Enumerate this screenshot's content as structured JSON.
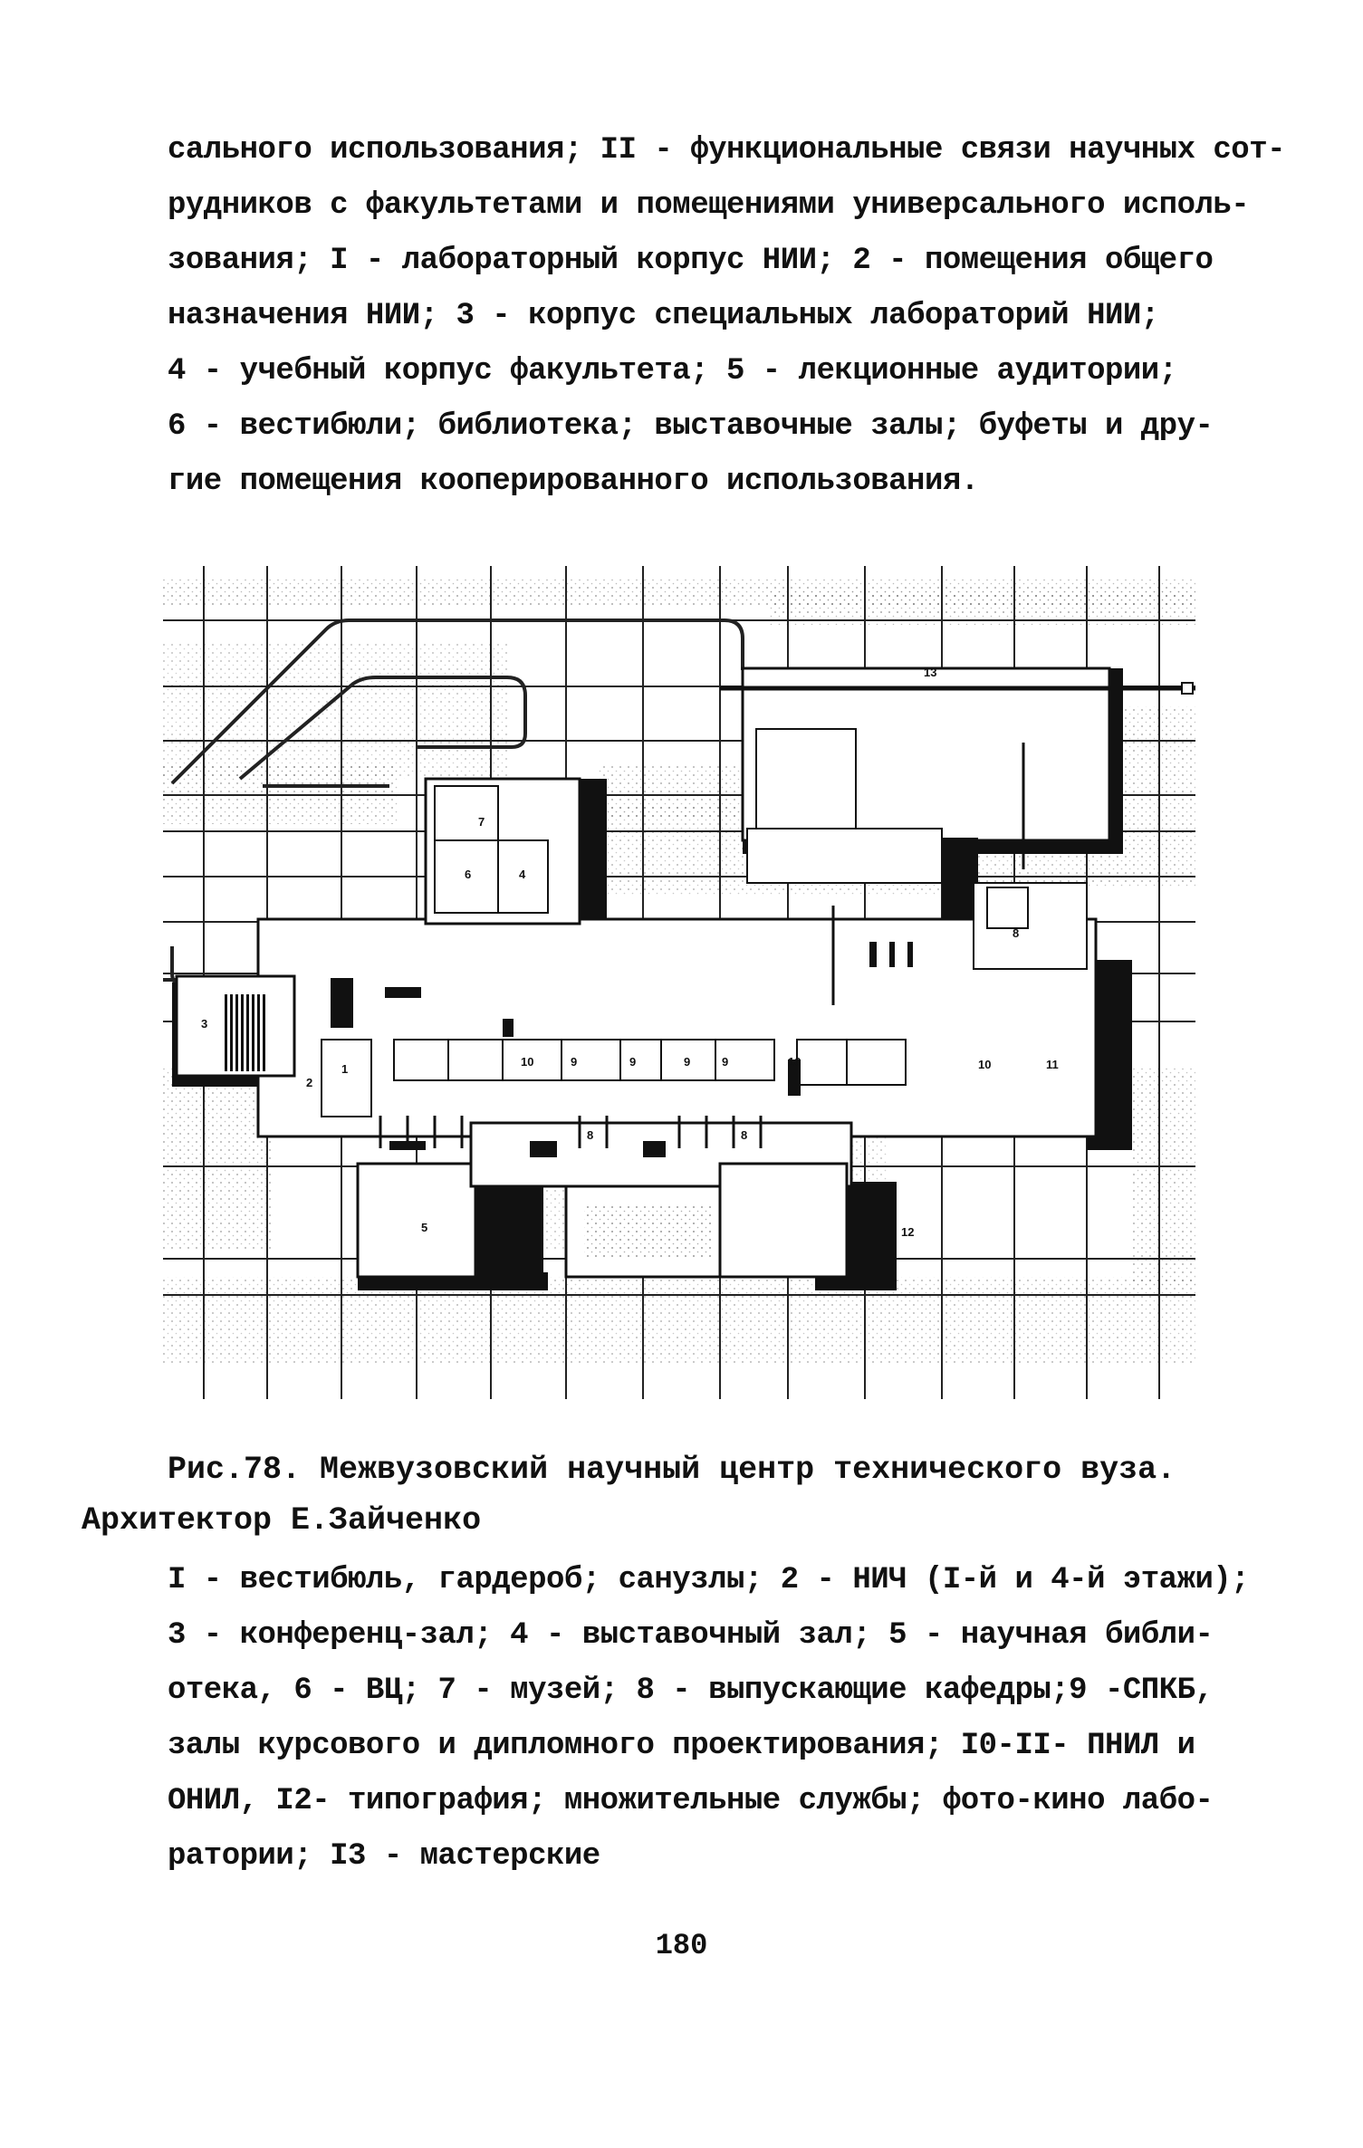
{
  "intro_text": {
    "lines": [
      "сального использования; II - функциональные связи научных сот-",
      "рудников с факультетами и помещениями универсального исполь-",
      "зования; I - лабораторный корпус НИИ; 2 - помещения общего",
      "назначения НИИ; 3 - корпус специальных лабораторий НИИ;",
      "4 - учебный корпус факультета; 5 - лекционные аудитории;",
      "6 - вестибюли; библиотека; выставочные залы; буфеты и дру-",
      "гие помещения кооперированного использования."
    ]
  },
  "plan": {
    "room_labels": {
      "r1": "1",
      "r2": "2",
      "r3": "3",
      "r4": "4",
      "r5": "5",
      "r6": "6",
      "r7": "7",
      "r8a": "8",
      "r8b": "8",
      "r8c": "8",
      "r9a": "9",
      "r9b": "9",
      "r9c": "9",
      "r9d": "9",
      "r10a": "10",
      "r10b": "10",
      "r10c": "10",
      "r11": "11",
      "r12": "12",
      "r13": "13"
    }
  },
  "caption": {
    "title": "Рис.78. Межвузовский   научный центр технического вуза.",
    "author": "Архитектор Е.Зайченко"
  },
  "legend": {
    "lines": [
      "I - вестибюль, гардероб; санузлы; 2 - НИЧ (I-й и 4-й этажи);",
      "3 - конференц-зал; 4 - выставочный зал; 5 - научная библи-",
      "отека, 6 - ВЦ; 7 - музей; 8 - выпускающие кафедры;9 -СПКБ,",
      "залы курсового и дипломного проектирования; I0-II- ПНИЛ и",
      "ОНИЛ, I2- типография; множительные службы; фото-кино лабо-",
      "ратории; I3 - мастерские"
    ]
  },
  "page_number": "180"
}
